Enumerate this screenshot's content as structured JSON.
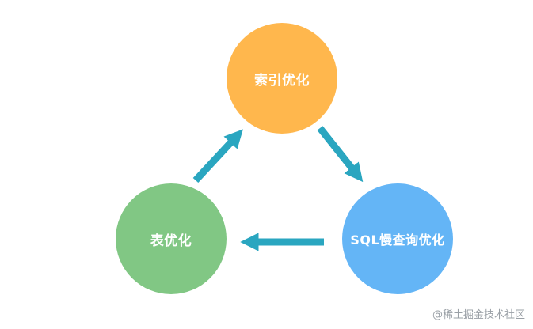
{
  "nodes": {
    "index": {
      "label": "索引优化",
      "color": "#ffb74d"
    },
    "sql": {
      "label": "SQL慢查询优化",
      "color": "#64b5f6"
    },
    "table": {
      "label": "表优化",
      "color": "#81c784"
    }
  },
  "arrow_color": "#2aa6c0",
  "watermark": "@稀土掘金技术社区"
}
